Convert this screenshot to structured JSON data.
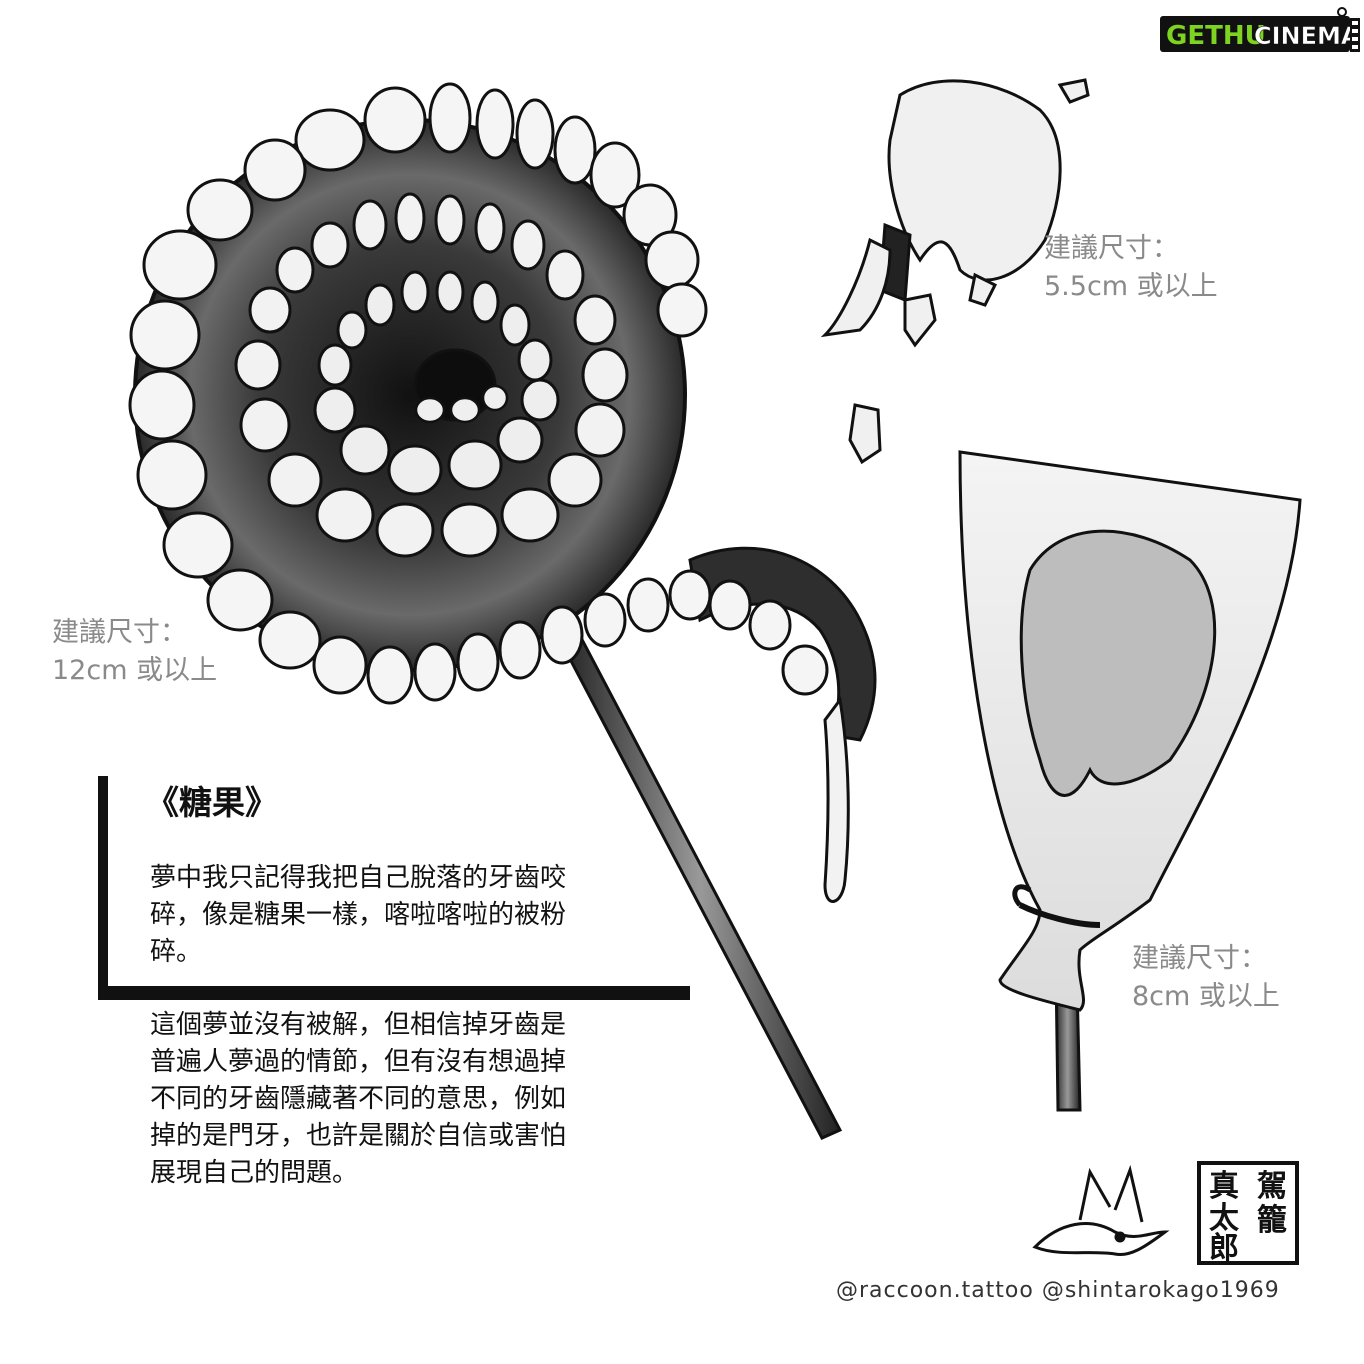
{
  "brand": {
    "logo_text_1": "GETHU",
    "logo_text_2": "CINEMA",
    "logo_color": "#7ed321"
  },
  "size_notes": {
    "lollipop": {
      "label": "建議尺寸：",
      "value": "12cm 或以上"
    },
    "tooth": {
      "label": "建議尺寸：",
      "value": "5.5cm 或以上"
    },
    "bagged": {
      "label": "建議尺寸：",
      "value": "8cm 或以上"
    }
  },
  "story": {
    "title": "《糖果》",
    "paragraph_1": "夢中我只記得我把自己脫落的牙齒咬\n碎，像是糖果一樣，喀啦喀啦的被粉\n碎。",
    "paragraph_2": "這個夢並沒有被解，但相信掉牙齒是\n普遍人夢過的情節，但有沒有想過掉\n不同的牙齒隱藏著不同的意思，例如\n掉的是門牙，也許是關於自信或害怕\n展現自己的問題。"
  },
  "signature": {
    "seal_chars": [
      "駕",
      "籠",
      "真",
      "太",
      "郎"
    ],
    "credits": "@raccoon.tattoo @shintarokago1969"
  }
}
